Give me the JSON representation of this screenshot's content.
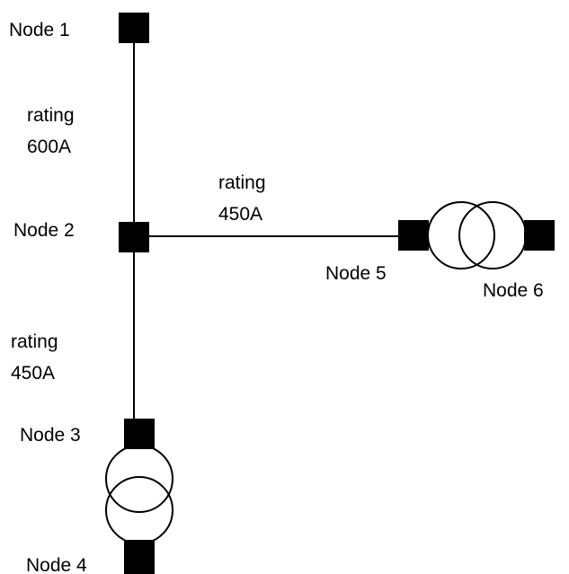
{
  "nodes": {
    "node1": "Node 1",
    "node2": "Node 2",
    "node3": "Node 3",
    "node4": "Node 4",
    "node5": "Node 5",
    "node6": "Node 6"
  },
  "lines": {
    "line_1_2": {
      "label": "rating",
      "value": "600A"
    },
    "line_2_5": {
      "label": "rating",
      "value": "450A"
    },
    "line_2_3": {
      "label": "rating",
      "value": "450A"
    }
  },
  "colors": {
    "stroke": "#000000",
    "fill": "#000000",
    "background": "#ffffff"
  }
}
